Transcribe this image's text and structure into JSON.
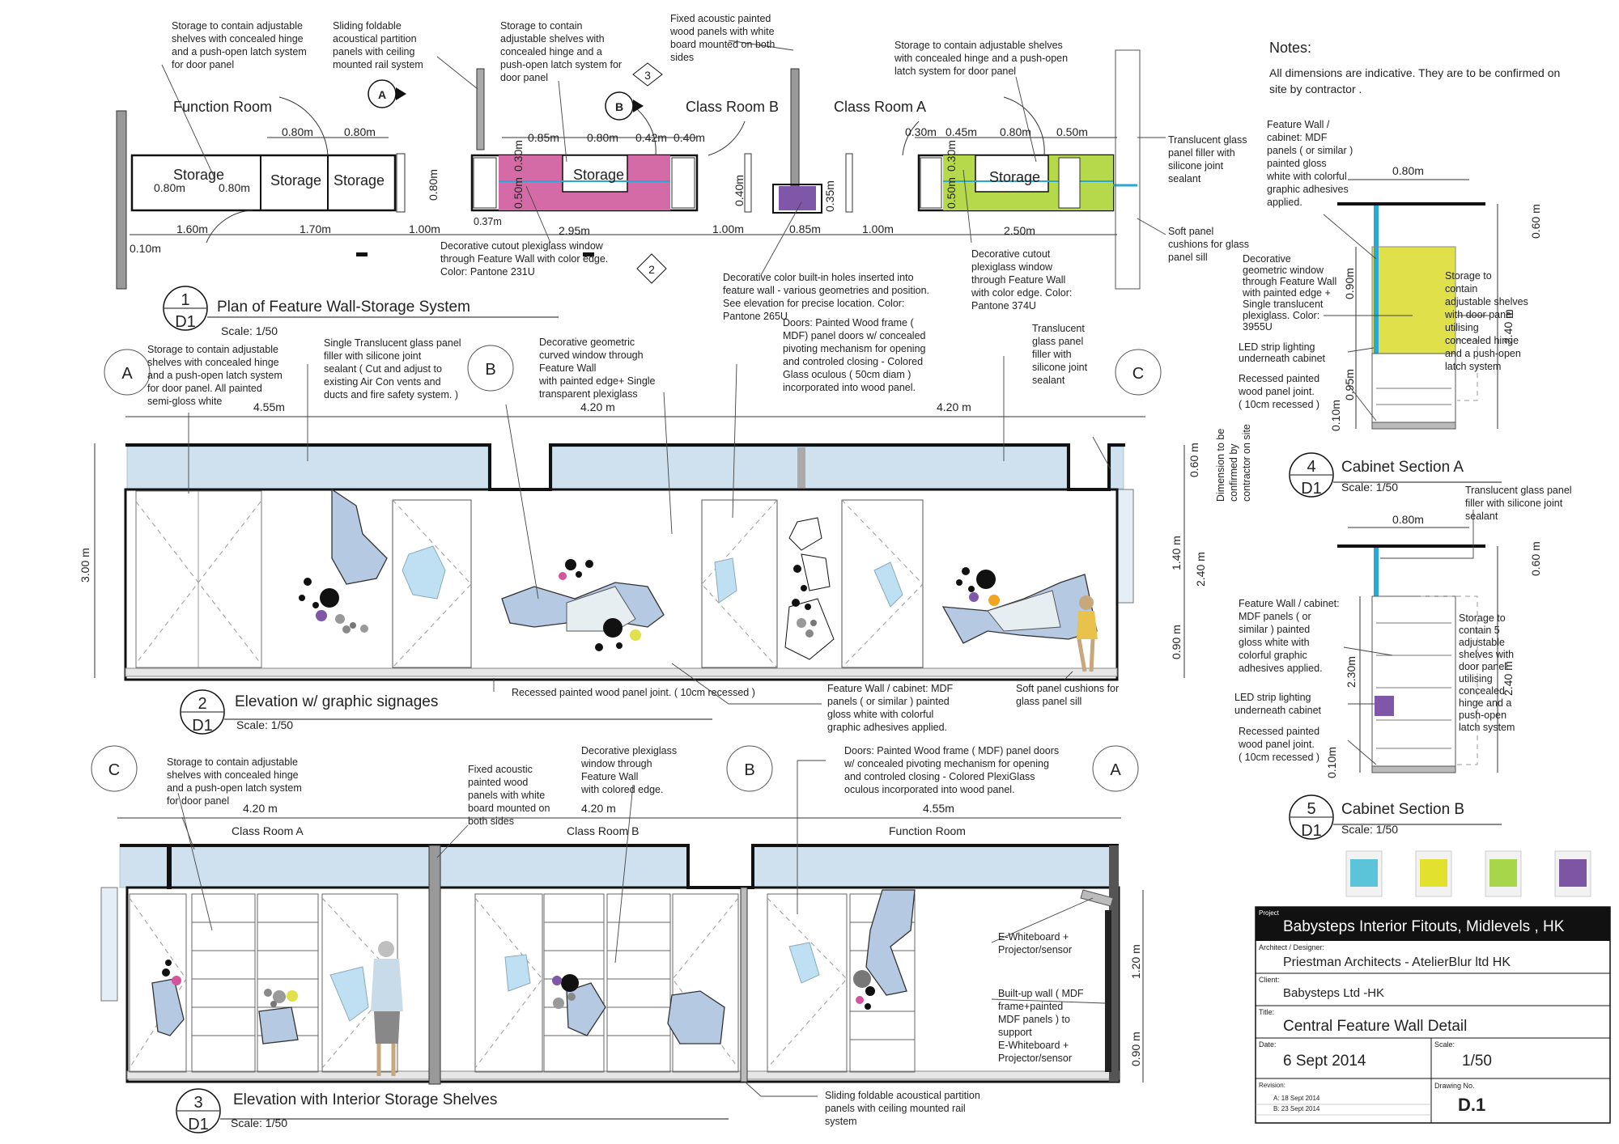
{
  "notes": {
    "heading": "Notes:",
    "line1": "All dimensions are indicative. They are to be confirmed on",
    "line2": "site by contractor ."
  },
  "plan": {
    "rooms": {
      "function": "Function Room",
      "class_b": "Class Room B",
      "class_a": "Class Room A"
    },
    "storage": "Storage",
    "markers": {
      "a": "A",
      "b": "B",
      "three": "3",
      "two": "2"
    },
    "dims": {
      "d080": "0.80m",
      "d085": "0.85m",
      "d042": "0.42m",
      "d040": "0.40m",
      "d030": "0.30m",
      "d045": "0.45m",
      "d050": "0.50m",
      "d160": "1.60m",
      "d170": "1.70m",
      "d100": "1.00m",
      "d295": "2.95m",
      "d250": "2.50m",
      "d010": "0.10m",
      "d037": "0.37m",
      "d035": "0.35m",
      "d080v": "0.80m",
      "d050v": "0.50m",
      "d030v": "0.30m",
      "d040v": "0.40m"
    },
    "n1": [
      "Storage to contain adjustable",
      "shelves with concealed hinge",
      "and a push-open latch system",
      "for door panel"
    ],
    "n2": [
      "Sliding foldable",
      "acoustical  partition",
      "panels with ceiling",
      "mounted rail system"
    ],
    "n3": [
      "Storage to contain",
      "adjustable shelves with",
      "concealed hinge and a",
      "push-open latch system for",
      "door panel"
    ],
    "n4": [
      "Fixed acoustic painted",
      "wood panels with white",
      "board mounted on both",
      "sides"
    ],
    "n5": [
      "Storage to contain adjustable shelves",
      "with concealed hinge and a push-open",
      "latch system for door panel"
    ],
    "n6": [
      "Translucent glass",
      "panel filler with",
      "silicone joint",
      "sealant"
    ],
    "n7": [
      "Soft panel",
      "cushions for glass",
      "panel sill"
    ],
    "n8": [
      "Decorative cutout plexiglass window",
      "through Feature Wall with color edge.",
      "Color: Pantone 231U"
    ],
    "n9": [
      "Decorative color built-in holes inserted into",
      "feature wall - various geometries and position.",
      "See elevation for precise location. Color:",
      "Pantone 265U"
    ],
    "n10": [
      "Decorative cutout",
      "plexiglass window",
      "through Feature Wall",
      "with color edge. Color:",
      "Pantone 374U"
    ],
    "title_num": "1",
    "title_sheet": "D1",
    "title": "Plan of Feature Wall-Storage System",
    "scale": "Scale: 1/50"
  },
  "elev2": {
    "markers": {
      "a": "A",
      "b": "B",
      "c": "C"
    },
    "dims": {
      "w1": "4.55m",
      "w2": "4.20 m",
      "w3": "4.20 m",
      "h": "3.00 m",
      "h060": "0.60 m",
      "h140": "1.40 m",
      "h240": "2.40 m",
      "h090": "0.90 m"
    },
    "side": [
      "Dimension to be",
      "confirmed by",
      "contractor on site"
    ],
    "n1": [
      "Storage to contain adjustable",
      "shelves with concealed hinge",
      "and a push-open latch system",
      "for door panel. All painted",
      "semi-gloss white"
    ],
    "n2": [
      "Single Translucent glass panel",
      "filler with silicone joint",
      "sealant ( Cut and adjust to",
      "existing Air Con  vents and",
      "ducts and fire safety system. )"
    ],
    "n3": [
      "Decorative geometric",
      "curved window through",
      "Feature Wall",
      "with painted edge+ Single",
      "transparent plexiglass"
    ],
    "n4": [
      "Doors: Painted  Wood frame (",
      "MDF) panel doors w/ concealed",
      "pivoting mechanism for opening",
      "and controled closing - Colored",
      "Glass oculous ( 50cm diam )",
      "incorporated into wood panel."
    ],
    "n5": [
      "Translucent",
      "glass panel",
      "filler with",
      "silicone joint",
      "sealant"
    ],
    "n6": "Recessed painted wood panel joint. ( 10cm  recessed )",
    "n7": [
      "Feature Wall / cabinet: MDF",
      "panels ( or similar )  painted",
      "gloss white with colorful",
      "graphic adhesives applied."
    ],
    "n8": [
      "Soft panel cushions for",
      "glass panel sill"
    ],
    "title_num": "2",
    "title_sheet": "D1",
    "title": "Elevation w/ graphic signages",
    "scale": "Scale: 1/50"
  },
  "elev3": {
    "markers": {
      "c": "C",
      "b": "B",
      "a": "A"
    },
    "rooms": {
      "class_a": "Class Room A",
      "class_b": "Class Room B",
      "function": "Function Room"
    },
    "dims": {
      "w1": "4.20 m",
      "w2": "4.20 m",
      "w3": "4.55m",
      "h120": "1.20 m",
      "h090": "0.90 m"
    },
    "n1": [
      "Storage to contain adjustable",
      "shelves with concealed hinge",
      "and a push-open latch system",
      "for door panel"
    ],
    "n2": [
      "Fixed acoustic",
      "painted wood",
      "panels with white",
      "board mounted on",
      "both sides"
    ],
    "n3": [
      "Decorative  plexiglass",
      "window through",
      "Feature Wall",
      "with colored edge."
    ],
    "n4": [
      "Doors: Painted  Wood frame ( MDF) panel doors",
      "w/ concealed pivoting mechanism for opening",
      "and controled closing - Colored PlexiGlass",
      "oculous incorporated into wood panel."
    ],
    "n5": [
      "E-Whiteboard +",
      "Projector/sensor"
    ],
    "n6": [
      "Built-up wall ( MDF",
      "frame+painted",
      "MDF panels ) to",
      "support",
      "E-Whiteboard +",
      "Projector/sensor"
    ],
    "n7": [
      "Sliding foldable acoustical  partition",
      "panels with ceiling mounted rail",
      "system"
    ],
    "title_num": "3",
    "title_sheet": "D1",
    "title": "Elevation with Interior Storage Shelves",
    "scale": "Scale: 1/50"
  },
  "sec4": {
    "dims": {
      "w": "0.80m",
      "h060": "0.60 m",
      "h090": "0.90m",
      "h240": "2.40 m",
      "h095": "0.95m",
      "h010": "0.10m"
    },
    "n1": [
      "Feature Wall /",
      "cabinet: MDF",
      "panels ( or similar )",
      "painted gloss",
      "white with colorful",
      "graphic adhesives",
      "applied."
    ],
    "n2": [
      "Decorative",
      "geometric window",
      "through Feature Wall",
      "with painted edge +",
      "Single translucent",
      "plexiglass. Color:",
      "3955U"
    ],
    "n3": [
      "Storage to",
      "contain",
      "adjustable shelves",
      "with door panel",
      "utilising",
      "concealed hinge",
      "and a push-open",
      "latch system"
    ],
    "n4": [
      "LED strip lighting",
      "underneath cabinet"
    ],
    "n5": [
      "Recessed painted",
      "wood panel joint.",
      "( 10cm  recessed )"
    ],
    "title_num": "4",
    "title_sheet": "D1",
    "title": "Cabinet Section A",
    "scale": "Scale: 1/50"
  },
  "sec5": {
    "dims": {
      "w": "0.80m",
      "h060": "0.60 m",
      "h230": "2.30m",
      "h240": "2.40 m",
      "h010": "0.10m"
    },
    "n0": [
      "Translucent glass panel",
      "filler with silicone joint",
      "sealant"
    ],
    "n1": [
      "Feature Wall / cabinet:",
      "MDF panels ( or",
      "similar )   painted",
      "gloss white with",
      "colorful graphic",
      "adhesives applied."
    ],
    "n2": [
      "Storage to",
      "contain 5",
      "adjustable",
      "shelves with",
      "door panel",
      "utilising",
      "concealed",
      "hinge and a",
      "push-open",
      "latch system"
    ],
    "n3": [
      "LED strip lighting",
      "underneath cabinet"
    ],
    "n4": [
      "Recessed painted",
      "wood panel joint.",
      "( 10cm  recessed )"
    ],
    "title_num": "5",
    "title_sheet": "D1",
    "title": "Cabinet Section B",
    "scale": "Scale: 1/50"
  },
  "swatches": {
    "colors": [
      "#5bc4d8",
      "#e2e22e",
      "#a8d64a",
      "#7c55a3",
      "#d5539a"
    ]
  },
  "titleblock": {
    "project_label": "Project",
    "project": "Babysteps Interior Fitouts, Midlevels , HK",
    "architect_label": "Architect / Designer:",
    "architect": "Priestman Architects - AtelierBlur ltd HK",
    "client_label": "Client:",
    "client": "Babysteps Ltd -HK",
    "title_label": "Title:",
    "title": "Central Feature Wall Detail",
    "date_label": "Date:",
    "date": "6 Sept 2014",
    "scale_label": "Scale:",
    "scale": "1/50",
    "revision_label": "Revision:",
    "rev_a": "A: 18 Sept 2014",
    "rev_b": "B: 23 Sept 2014",
    "drawing_label": "Drawing No.",
    "drawing": "D.1"
  },
  "colors": {
    "magenta": "#d56ba6",
    "green": "#b5d94a",
    "purple": "#7e57a8",
    "yellow": "#dfe04a",
    "glass": "#cfe0ef",
    "blob": "#b5c9e3",
    "cyan": "#2aa7d6"
  }
}
